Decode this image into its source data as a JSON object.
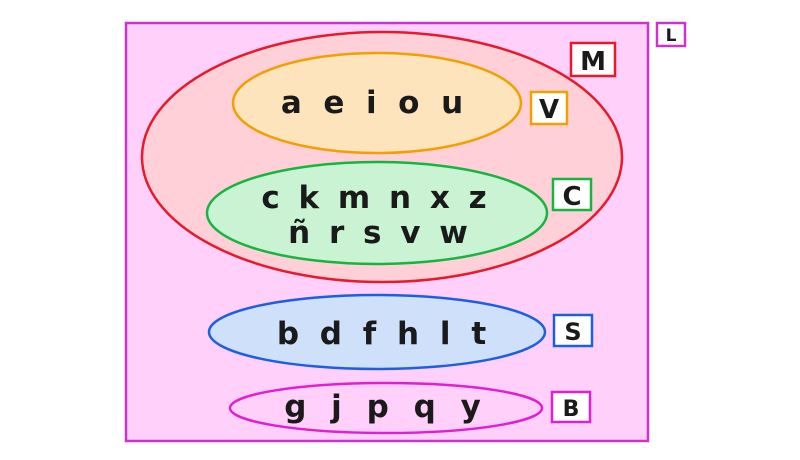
{
  "sets": {
    "L": {
      "label": "L",
      "color": "#cc33cc",
      "fill": "#ffd0fa"
    },
    "M": {
      "label": "M",
      "color": "#e8192c",
      "fill": "#ffd0d8"
    },
    "V": {
      "label": "V",
      "color": "#f0a000",
      "fill": "#fde4bd",
      "letters": "a  e  i  o  u"
    },
    "C": {
      "label": "C",
      "color": "#16b540",
      "fill": "#c9f3d2",
      "letters_line1": "c k m n x z",
      "letters_line2": "ñ r s v w"
    },
    "S": {
      "label": "S",
      "color": "#1e5fe0",
      "fill": "#cfe0fb",
      "letters": "b d f h l t"
    },
    "B": {
      "label": "B",
      "color": "#e020d0",
      "fill": "#ffd0fa",
      "letters": "g j p q y"
    }
  }
}
